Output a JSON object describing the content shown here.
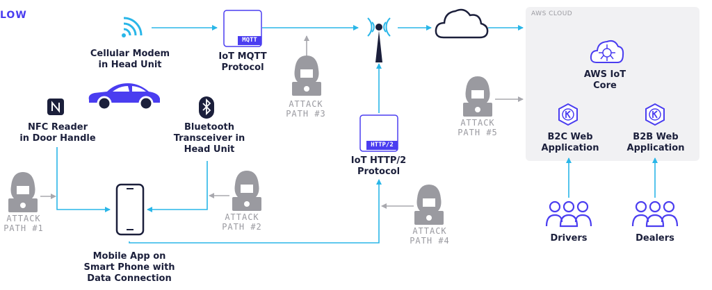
{
  "header": {
    "flow_title": "LOW"
  },
  "aws_cloud": {
    "title": "AWS CLOUD"
  },
  "nodes": {
    "cellular_modem": "Cellular Modem\nin Head Unit",
    "mqtt_protocol": "IoT MQTT\nProtocol",
    "mqtt_badge": "MQTT",
    "nfc_reader": "NFC Reader\nin Door Handle",
    "bluetooth": "Bluetooth\nTransceiver in\nHead Unit",
    "http2_protocol": "IoT HTTP/2\nProtocol",
    "http2_badge": "HTTP/2",
    "mobile_app": "Mobile App on\nSmart Phone with\nData Connection",
    "aws_iot_core": "AWS IoT\nCore",
    "b2c_app": "B2C Web\nApplication",
    "b2b_app": "B2B Web\nApplication",
    "drivers": "Drivers",
    "dealers": "Dealers"
  },
  "attacks": {
    "path1": "ATTACK\nPATH #1",
    "path2": "ATTACK\nPATH #2",
    "path3": "ATTACK\nPATH #3",
    "path4": "ATTACK\nPATH #4",
    "path5": "ATTACK\nPATH #5"
  },
  "colors": {
    "flow_line": "#29b6e8",
    "attack_line": "#a8a8ae",
    "accent": "#4a3df0",
    "text": "#1b1f3b",
    "muted": "#9a9aa0",
    "aws_box": "#f1f1f3"
  }
}
